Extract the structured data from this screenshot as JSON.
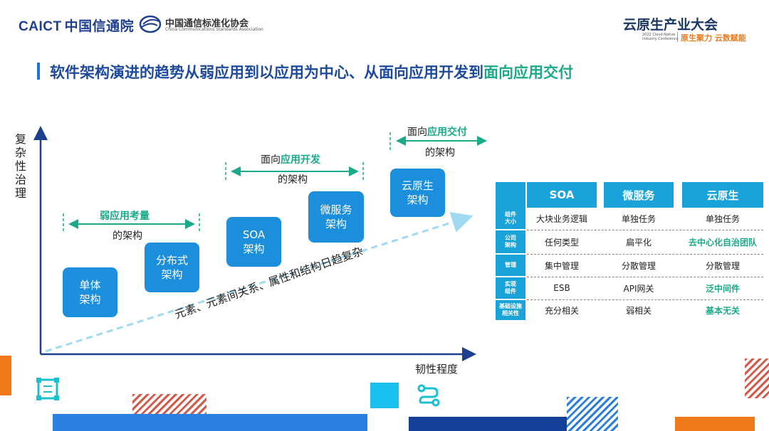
{
  "header": {
    "caict_en": "CAICT",
    "caict_cn": "中国信通院",
    "ccsa_cn": "中国通信标准化协会",
    "ccsa_en": "China Communications Standards Association",
    "event_title": "云原生产业大会",
    "event_en": "2022 Cloud Native Industry Conference",
    "event_slogan": "原生聚力 云数赋能"
  },
  "slide_title": {
    "main": "软件架构演进的趋势从弱应用到以应用为中心、从面向应用开发到",
    "highlight": "面向应用交付"
  },
  "diagram": {
    "y_label": "复杂性治理",
    "x_label": "韧性程度",
    "trend_label": "元素、元素间关系、属性和结构日趋复杂",
    "boxes": [
      "单体\n架构",
      "分布式\n架构",
      "SOA\n架构",
      "微服务\n架构",
      "云原生\n架构"
    ],
    "annotations": [
      {
        "prefix": "",
        "highlight": "弱应用考量",
        "suffix": "的架构"
      },
      {
        "prefix": "面向",
        "highlight": "应用开发",
        "suffix": "的架构"
      },
      {
        "prefix": "面向",
        "highlight": "应用交付",
        "suffix": "的架构"
      }
    ]
  },
  "table": {
    "headers": [
      "SOA",
      "微服务",
      "云原生"
    ],
    "rows": [
      {
        "label": "组件\n大小",
        "cells": [
          "大块业务逻辑",
          "单独任务",
          "单独任务"
        ],
        "highlight": [
          false,
          false,
          false
        ]
      },
      {
        "label": "公司\n架构",
        "cells": [
          "任何类型",
          "扁平化",
          "去中心化自治团队"
        ],
        "highlight": [
          false,
          false,
          true
        ]
      },
      {
        "label": "管理",
        "cells": [
          "集中管理",
          "分散管理",
          "分散管理"
        ],
        "highlight": [
          false,
          false,
          false
        ]
      },
      {
        "label": "实现\n组件",
        "cells": [
          "ESB",
          "API网关",
          "泛中间件"
        ],
        "highlight": [
          false,
          false,
          true
        ]
      },
      {
        "label": "基础设施\n相关性",
        "cells": [
          "充分相关",
          "弱相关",
          "基本无关"
        ],
        "highlight": [
          false,
          false,
          true
        ]
      }
    ]
  },
  "colors": {
    "accent_blue": "#1c8fdc",
    "title_blue": "#1d4a9c",
    "highlight_green": "#1aaa8a",
    "table_header": "#1aa3d9"
  }
}
